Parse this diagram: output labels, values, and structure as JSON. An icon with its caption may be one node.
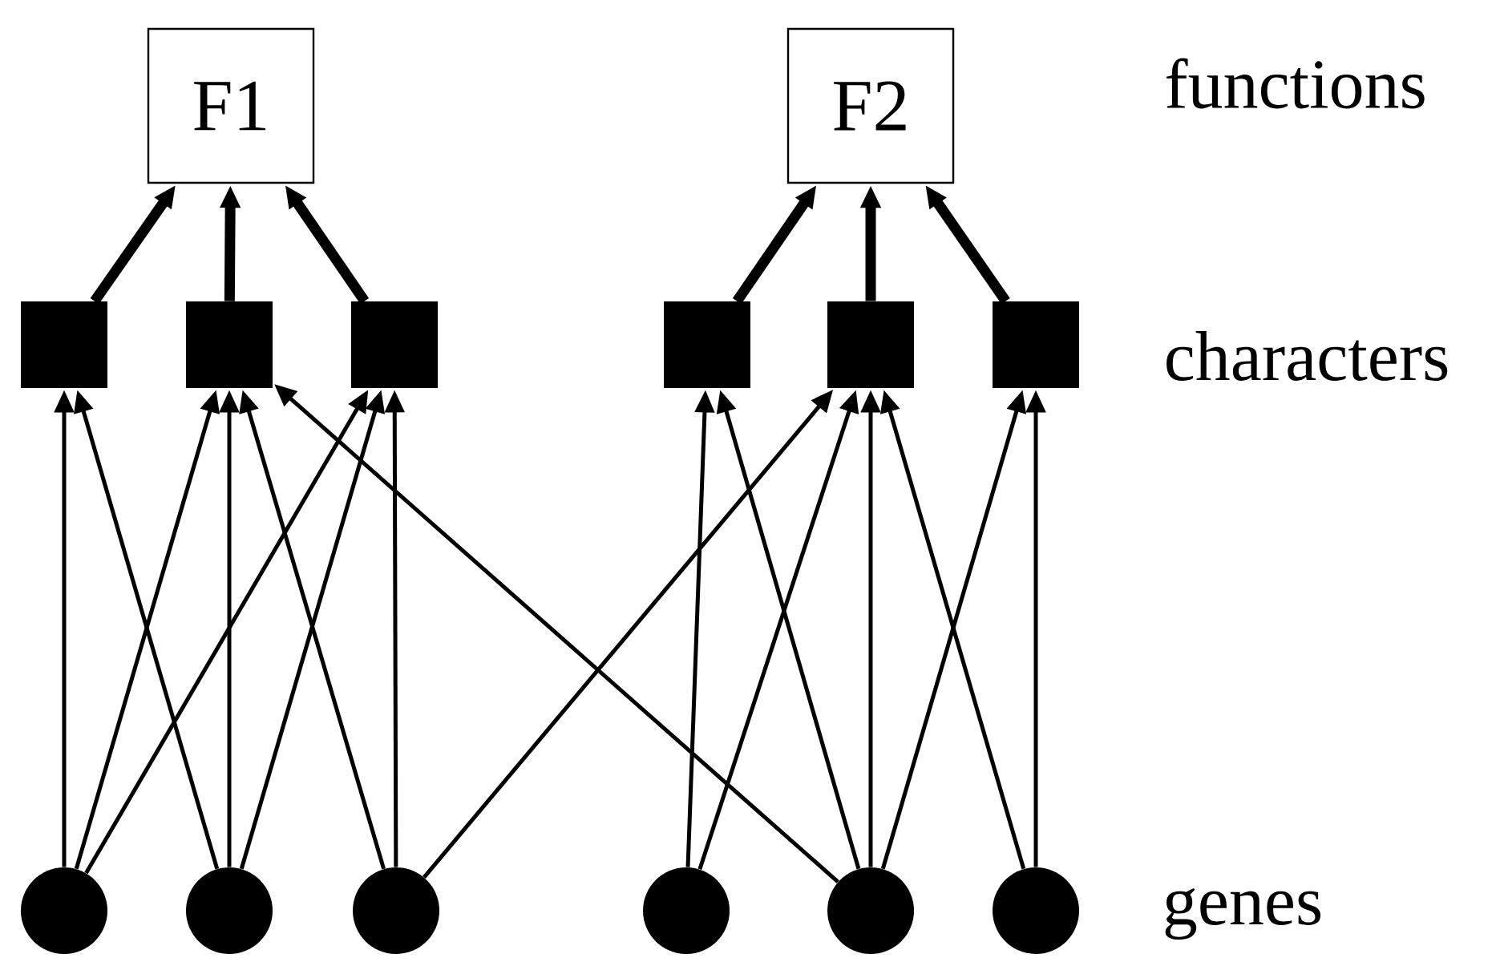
{
  "diagram": {
    "nodes": [
      {
        "text": [
          "F1"
        ]
      },
      {
        "text": [
          "F2"
        ]
      },
      {
        "text": [],
        "shape": "box"
      },
      {
        "text": [],
        "shape": "box"
      },
      {
        "text": [],
        "shape": "box"
      },
      {
        "text": [],
        "shape": "box"
      },
      {
        "text": [],
        "shape": "box"
      },
      {
        "text": [],
        "shape": "box"
      },
      {
        "text": [],
        "shape": "circle"
      },
      {
        "text": [],
        "shape": "circle"
      },
      {
        "text": [],
        "shape": "circle"
      },
      {
        "text": [],
        "shape": "circle"
      },
      {
        "text": [],
        "shape": "circle"
      },
      {
        "text": [],
        "shape": "circle"
      }
    ],
    "edges": [
      {
        "from": 2,
        "to": 0,
        "arrow": "to",
        "style": "thick"
      },
      {
        "from": 3,
        "to": 0,
        "arrow": "to",
        "style": "thick"
      },
      {
        "from": 4,
        "to": 0,
        "arrow": "to",
        "style": "thick"
      },
      {
        "from": 5,
        "to": 1,
        "arrow": "to",
        "style": "thick"
      },
      {
        "from": 6,
        "to": 1,
        "arrow": "to",
        "style": "thick"
      },
      {
        "from": 7,
        "to": 1,
        "arrow": "to",
        "style": "thick"
      },
      {
        "from": 8,
        "to": 2,
        "arrow": "to"
      },
      {
        "from": 8,
        "to": 3,
        "arrow": "to"
      },
      {
        "from": 8,
        "to": 4,
        "arrow": "to"
      },
      {
        "from": 9,
        "to": 2,
        "arrow": "to"
      },
      {
        "from": 9,
        "to": 3,
        "arrow": "to"
      },
      {
        "from": 9,
        "to": 4,
        "arrow": "to"
      },
      {
        "from": 10,
        "to": 3,
        "arrow": "to"
      },
      {
        "from": 10,
        "to": 4,
        "arrow": "to"
      },
      {
        "from": 10,
        "to": 6,
        "arrow": "to"
      },
      {
        "from": 11,
        "to": 5,
        "arrow": "to"
      },
      {
        "from": 11,
        "to": 6,
        "arrow": "to"
      },
      {
        "from": 12,
        "to": 3,
        "arrow": "to"
      },
      {
        "from": 12,
        "to": 5,
        "arrow": "to"
      },
      {
        "from": 12,
        "to": 6,
        "arrow": "to"
      },
      {
        "from": 12,
        "to": 7,
        "arrow": "to"
      },
      {
        "from": 13,
        "to": 6,
        "arrow": "to"
      },
      {
        "from": 13,
        "to": 7,
        "arrow": "to"
      }
    ],
    "labels": [
      "functions",
      "characters",
      "genes"
    ]
  }
}
